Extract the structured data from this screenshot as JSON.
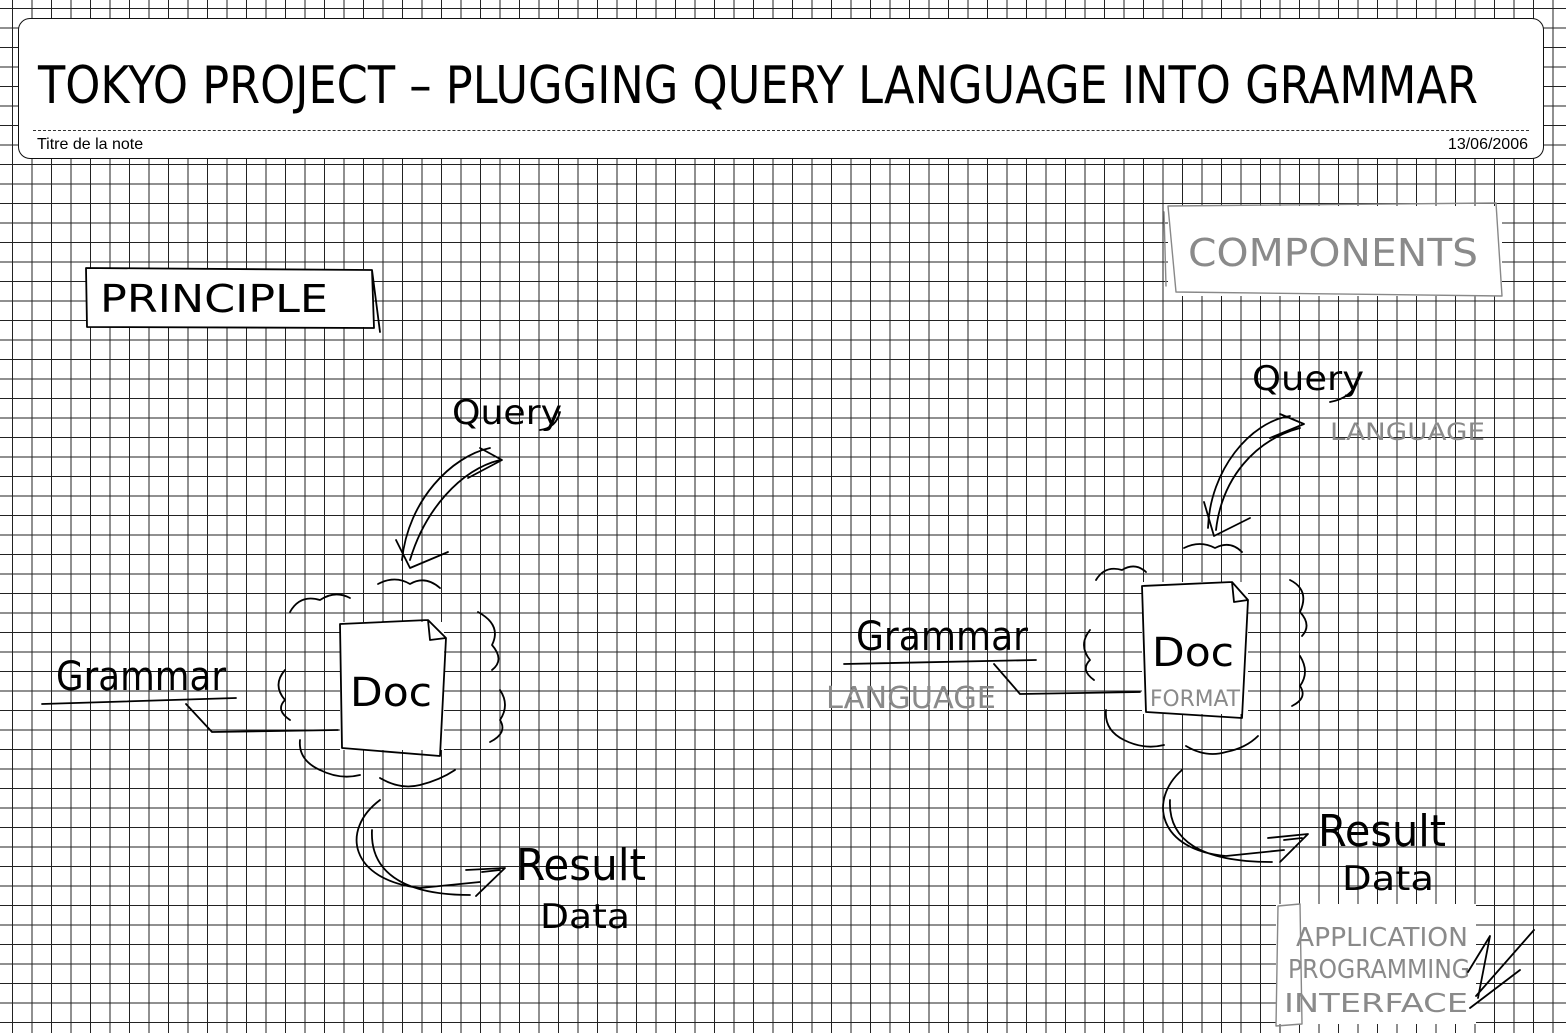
{
  "header": {
    "title": "TOKYO PROJECT – PLUGGING QUERY LANGUAGE INTO GRAMMAR",
    "caption": "Titre de la note",
    "date": "13/06/2006"
  },
  "principle": {
    "heading": "PRINCIPLE",
    "query": "Query",
    "grammar": "Grammar",
    "doc": "Doc",
    "result": "Result",
    "data": "Data"
  },
  "components": {
    "heading": "COMPONENTS",
    "query": "Query",
    "query_sub": "LANGUAGE",
    "grammar": "Grammar",
    "grammar_sub": "LANGUAGE",
    "doc": "Doc",
    "doc_sub": "FORMAT",
    "result": "Result",
    "data": "Data",
    "api_line1": "APPLICATION",
    "api_line2": "PROGRAMMING",
    "api_line3": "INTERFACE"
  }
}
